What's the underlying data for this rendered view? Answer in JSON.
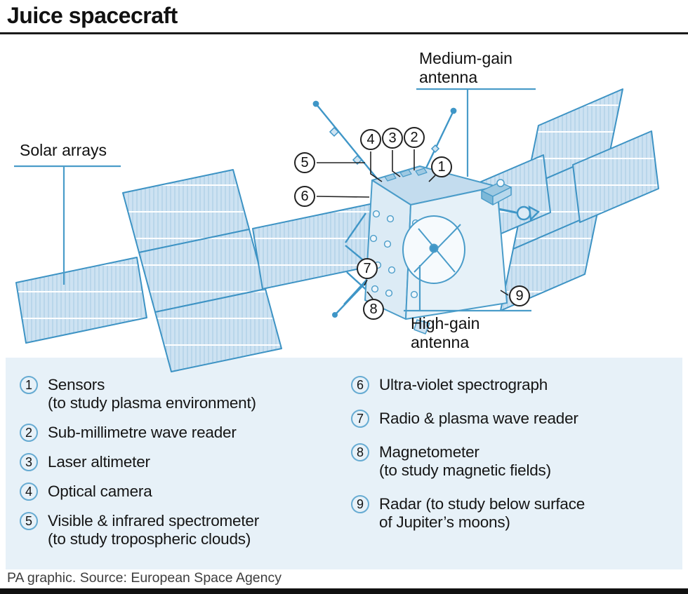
{
  "title": "Juice spacecraft",
  "diagram": {
    "labels": {
      "solar_arrays": "Solar arrays",
      "medium_gain_line1": "Medium-gain",
      "medium_gain_line2": "antenna",
      "high_gain_line1": "High-gain",
      "high_gain_line2": "antenna"
    },
    "callouts": [
      "1",
      "2",
      "3",
      "4",
      "5",
      "6",
      "7",
      "8",
      "9"
    ],
    "colors": {
      "accent_blue": "#3d93c4",
      "panel_fill": "#cde2f2",
      "legend_background": "#e7f1f8",
      "leader_line_black": "#1a1a1a"
    }
  },
  "legend": {
    "columns": [
      {
        "items": [
          {
            "num": "1",
            "lines": [
              "Sensors",
              "(to study plasma environment)"
            ]
          },
          {
            "num": "2",
            "lines": [
              "Sub-millimetre wave reader"
            ]
          },
          {
            "num": "3",
            "lines": [
              "Laser altimeter"
            ]
          },
          {
            "num": "4",
            "lines": [
              "Optical camera"
            ]
          },
          {
            "num": "5",
            "lines": [
              "Visible & infrared spectrometer",
              "(to study tropospheric clouds)"
            ]
          }
        ]
      },
      {
        "items": [
          {
            "num": "6",
            "lines": [
              "Ultra-violet spectrograph"
            ]
          },
          {
            "num": "7",
            "lines": [
              "Radio & plasma wave reader"
            ]
          },
          {
            "num": "8",
            "lines": [
              "Magnetometer",
              "(to study magnetic fields)"
            ]
          },
          {
            "num": "9",
            "lines": [
              "Radar (to study below surface",
              "of Jupiter’s moons)"
            ]
          }
        ]
      }
    ]
  },
  "footer": {
    "credit": "PA graphic. Source: European Space Agency"
  }
}
